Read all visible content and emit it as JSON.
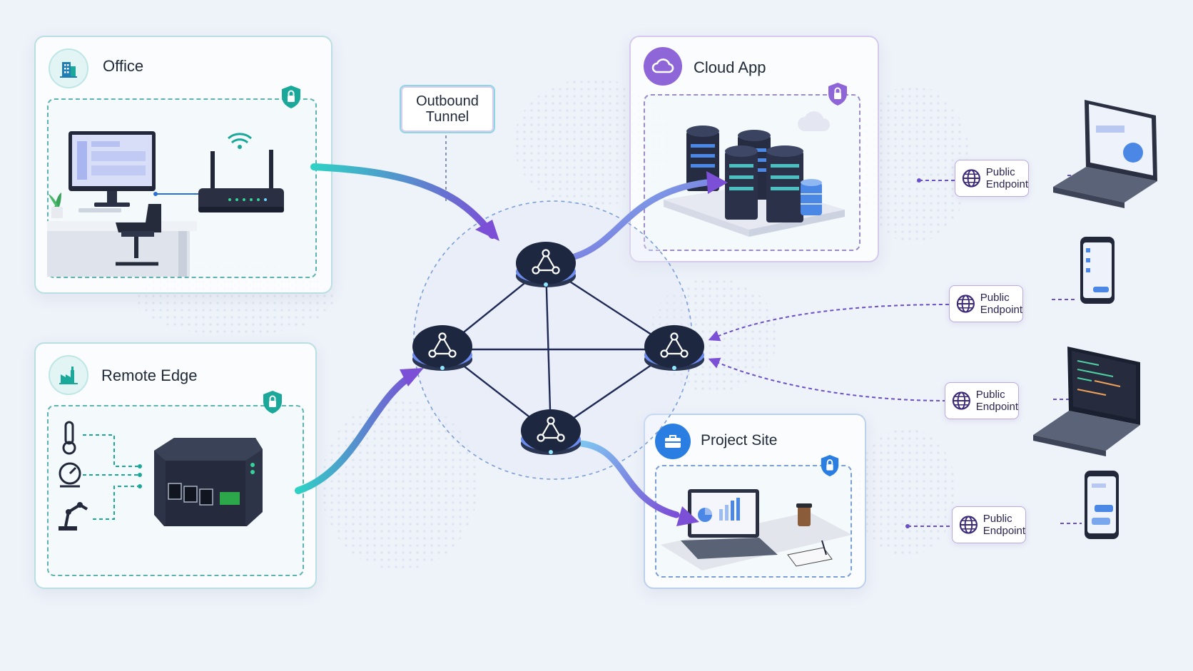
{
  "cards": {
    "office": {
      "title": "Office"
    },
    "remote_edge": {
      "title": "Remote Edge"
    },
    "cloud_app": {
      "title": "Cloud App"
    },
    "project_site": {
      "title": "Project Site"
    }
  },
  "callout": {
    "line1": "Outbound",
    "line2": "Tunnel"
  },
  "endpoints": [
    {
      "line1": "Public",
      "line2": "Endpoint"
    },
    {
      "line1": "Public",
      "line2": "Endpoint"
    },
    {
      "line1": "Public",
      "line2": "Endpoint"
    },
    {
      "line1": "Public",
      "line2": "Endpoint"
    }
  ],
  "colors": {
    "teal": "#1aa89a",
    "purple": "#7b4fd6",
    "blue": "#2a7de1",
    "node_dark": "#1e2740"
  },
  "icons": {
    "office": "building-icon",
    "remote_edge": "factory-icon",
    "cloud_app": "cloud-icon",
    "project_site": "briefcase-icon",
    "lock": "lock-shield-icon",
    "globe": "globe-icon",
    "mesh_node": "mesh-network-icon"
  }
}
